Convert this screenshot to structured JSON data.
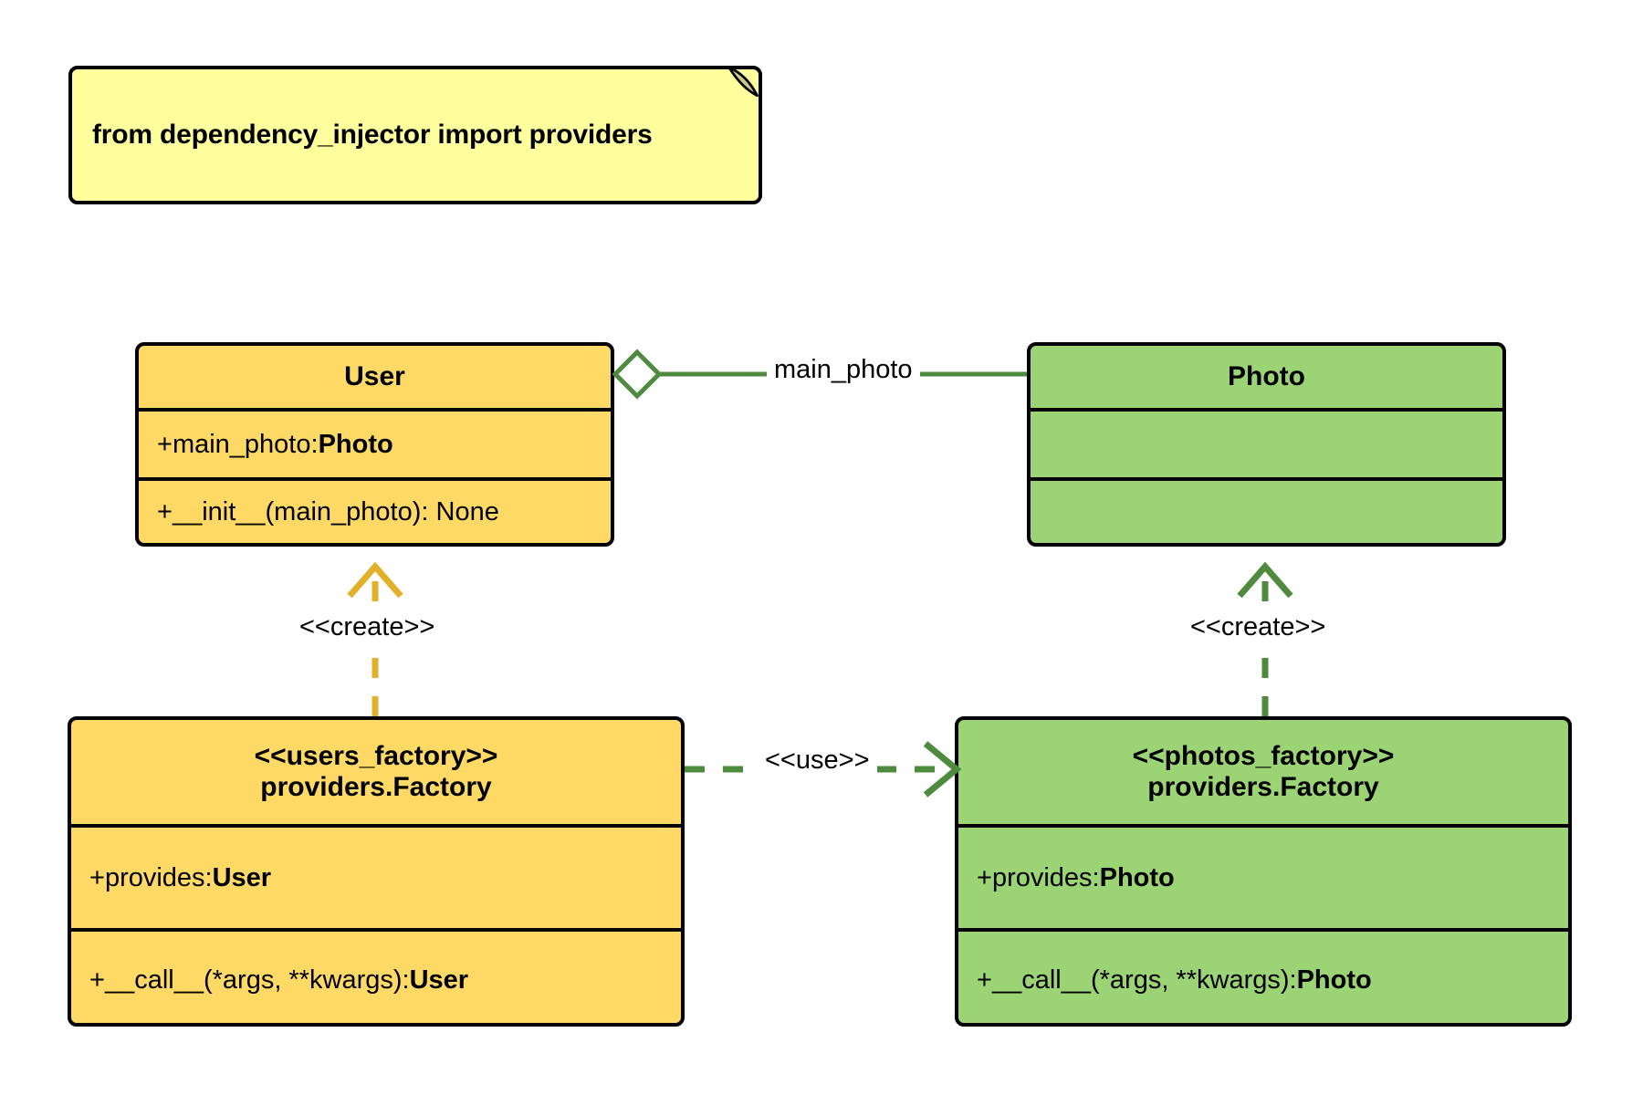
{
  "diagram": {
    "title_note": "from dependency_injector import providers",
    "colors": {
      "user_fill": "#ffd966",
      "photo_fill": "#9cd475",
      "note_fill": "#ffff9e",
      "border": "#000000",
      "green_edge": "#4e8b3e",
      "amber_edge": "#e2b12c"
    }
  },
  "note": {
    "text": "from dependency_injector import providers"
  },
  "classes": {
    "user": {
      "name": "User",
      "attributes": [
        {
          "prefix": "+ ",
          "name": "main_photo: ",
          "type": "Photo"
        }
      ],
      "methods": [
        {
          "prefix": "+ ",
          "name": "__init__(main_photo): None",
          "type": ""
        }
      ]
    },
    "photo": {
      "name": "Photo",
      "attributes": [
        {
          "prefix": "",
          "name": "",
          "type": ""
        }
      ],
      "methods": [
        {
          "prefix": "",
          "name": "",
          "type": ""
        }
      ]
    },
    "users_factory": {
      "stereotype": "<<users_factory>>",
      "name": "providers.Factory",
      "attributes": [
        {
          "prefix": "+ ",
          "name": "provides: ",
          "type": "User"
        }
      ],
      "methods": [
        {
          "prefix": "+ ",
          "name": "__call__(*args, **kwargs): ",
          "type": "User"
        }
      ]
    },
    "photos_factory": {
      "stereotype": "<<photos_factory>>",
      "name": "providers.Factory",
      "attributes": [
        {
          "prefix": "+ ",
          "name": "provides: ",
          "type": "Photo"
        }
      ],
      "methods": [
        {
          "prefix": "+ ",
          "name": "__call__(*args, **kwargs): ",
          "type": "Photo"
        }
      ]
    }
  },
  "edges": {
    "aggregation_main_photo": {
      "label": "main_photo",
      "kind": "aggregation",
      "from": "User",
      "to": "Photo"
    },
    "create_user": {
      "label": "<<create>>",
      "kind": "dependency",
      "from": "users_factory",
      "to": "User"
    },
    "create_photo": {
      "label": "<<create>>",
      "kind": "dependency",
      "from": "photos_factory",
      "to": "Photo"
    },
    "use_factory": {
      "label": "<<use>>",
      "kind": "dependency",
      "from": "users_factory",
      "to": "photos_factory"
    }
  }
}
